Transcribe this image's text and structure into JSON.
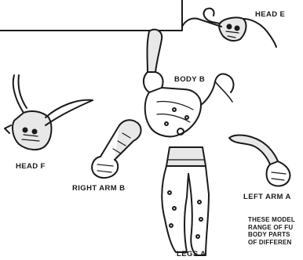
{
  "labels": {
    "head_e": "HEAD E",
    "body_b": "BODY B",
    "head_f": "HEAD F",
    "right_arm_b": "RIGHT ARM B",
    "left_arm_a": "LEFT ARM A",
    "legs_a": "LEGS A"
  },
  "note_lines": [
    "THESE MODEL",
    "RANGE OF FU",
    "BODY PARTS",
    "OF DIFFEREN"
  ]
}
